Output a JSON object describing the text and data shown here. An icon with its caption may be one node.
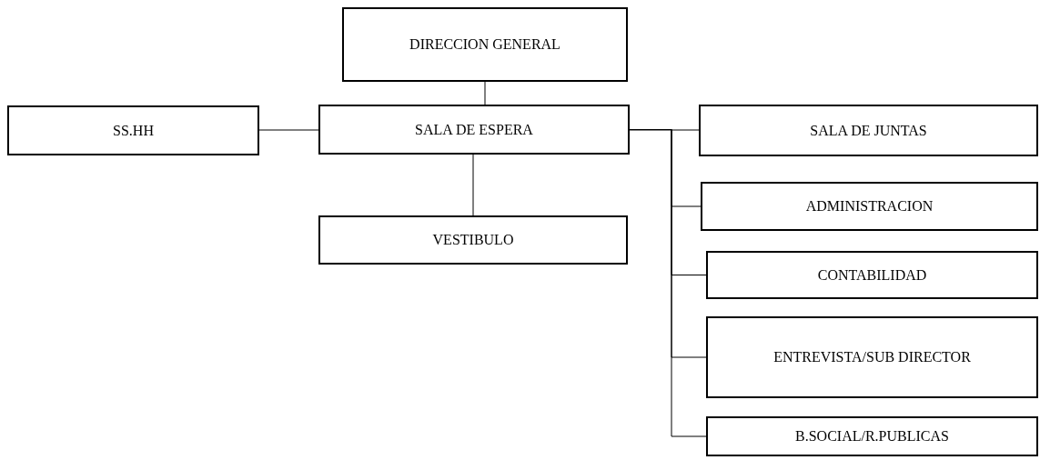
{
  "diagram": {
    "nodes": [
      {
        "text": [
          "DIRECCION GENERAL"
        ]
      },
      {
        "text": [
          "SS.HH"
        ]
      },
      {
        "text": [
          "SALA DE ESPERA"
        ]
      },
      {
        "text": [
          "SALA DE JUNTAS"
        ]
      },
      {
        "text": [
          "ADMINISTRACION"
        ]
      },
      {
        "text": [
          "VESTIBULO"
        ]
      },
      {
        "text": [
          "CONTABILIDAD"
        ]
      },
      {
        "text": [
          "ENTREVISTA/SUB DIRECTOR"
        ]
      },
      {
        "text": [
          "B.SOCIAL/R.PUBLICAS"
        ]
      }
    ],
    "edges": [
      {
        "from": 0,
        "to": 2,
        "arrow": "none"
      },
      {
        "from": 1,
        "to": 2,
        "arrow": "none"
      },
      {
        "from": 2,
        "to": 5,
        "arrow": "none"
      },
      {
        "from": 2,
        "to": 3,
        "arrow": "none"
      },
      {
        "from": 2,
        "to": 4,
        "arrow": "none"
      },
      {
        "from": 2,
        "to": 6,
        "arrow": "none"
      },
      {
        "from": 2,
        "to": 7,
        "arrow": "none"
      },
      {
        "from": 2,
        "to": 8,
        "arrow": "none"
      }
    ]
  }
}
